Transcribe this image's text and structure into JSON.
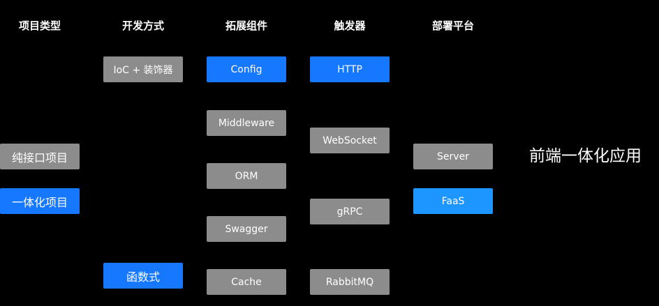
{
  "headers": {
    "project_type": "项目类型",
    "dev_style": "开发方式",
    "extensions": "拓展组件",
    "triggers": "触发器",
    "platform": "部署平台"
  },
  "project_type": {
    "pure_api": "纯接口项目",
    "integrated": "一体化项目"
  },
  "dev_style": {
    "ioc": "IoC + 装饰器",
    "functional": "函数式"
  },
  "extensions": {
    "config": "Config",
    "middleware": "Middleware",
    "orm": "ORM",
    "swagger": "Swagger",
    "cache": "Cache"
  },
  "triggers": {
    "http": "HTTP",
    "websocket": "WebSocket",
    "grpc": "gRPC",
    "rabbitmq": "RabbitMQ"
  },
  "platform": {
    "server": "Server",
    "faas": "FaaS"
  },
  "summary": "前端一体化应用",
  "colors": {
    "background": "#000000",
    "gray_box": "#8c8c8c",
    "blue_box": "#1677ff",
    "light_blue_box": "#1e96ff",
    "text": "#ffffff"
  }
}
